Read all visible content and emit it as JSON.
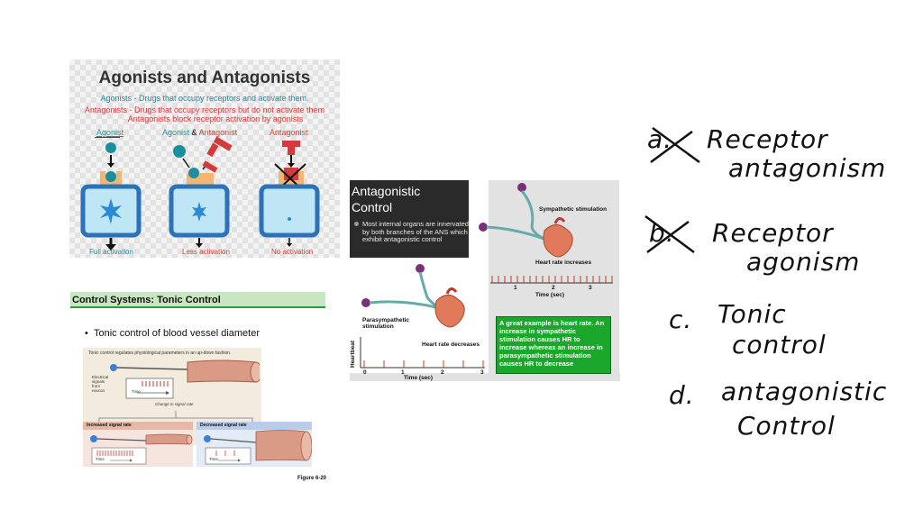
{
  "slide_agonists": {
    "title": "Agonists and Antagonists",
    "line1": "Agonists - Drugs that occupy receptors and activate them.",
    "line2": "Antagonists - Drugs that occupy receptors but do not activate them",
    "line3": "Antagonists block receptor activation by agonists",
    "col1_header": "Agonist",
    "col2_header_a": "Agonist",
    "col2_header_amp": "&",
    "col2_header_b": "Antagonist",
    "col3_header": "Antagonist",
    "col1_label": "Full activation",
    "col2_label": "Less activation",
    "col3_label": "No activation"
  },
  "slide_tonic": {
    "title": "Control Systems: Tonic Control",
    "bullet": "Tonic control of blood vessel diameter",
    "fig_caption": "Tonic control regulates physiological parameters in an up-down fashion.",
    "signal_label": "Electrical signals from neuron",
    "time_label": "Time",
    "change_label": "Change in signal rate",
    "panel_increased": "Increased signal rate",
    "panel_decreased": "Decreased signal rate",
    "figure_number": "Figure 6-20"
  },
  "slide_control": {
    "title_line1": "Antagonistic",
    "title_line2": "Control",
    "description": "Most internal organs are innervated by both branches of the ANS which exhibit antagonistic control",
    "sympathetic_label": "Sympathetic stimulation",
    "hr_increases": "Heart rate increases",
    "parasympathetic_label": "Parasympathetic stimulation",
    "hr_decreases": "Heart rate decreases",
    "axis_label": "Heartbeat",
    "time_label": "Time (sec)",
    "ticks": [
      "0",
      "1",
      "2",
      "3"
    ],
    "green_box": "A great example is heart rate. An increase in sympathetic stimulation causes HR to increase whereas an increase in parasympathetic stimulation causes HR to decrease"
  },
  "answers": {
    "a_letter": "a.",
    "a_line1": "Receptor",
    "a_line2": "antagonism",
    "b_letter": "b.",
    "b_line1": "Receptor",
    "b_line2": "agonism",
    "c_letter": "c.",
    "c_line1": "Tonic",
    "c_line2": "control",
    "d_letter": "d.",
    "d_line1": "antagonistic",
    "d_line2": "Control"
  },
  "colors": {
    "teal": "#1a8fa0",
    "red": "#d23b3b",
    "green_box": "#1aa72b",
    "dark_panel": "#2a2a2a"
  }
}
